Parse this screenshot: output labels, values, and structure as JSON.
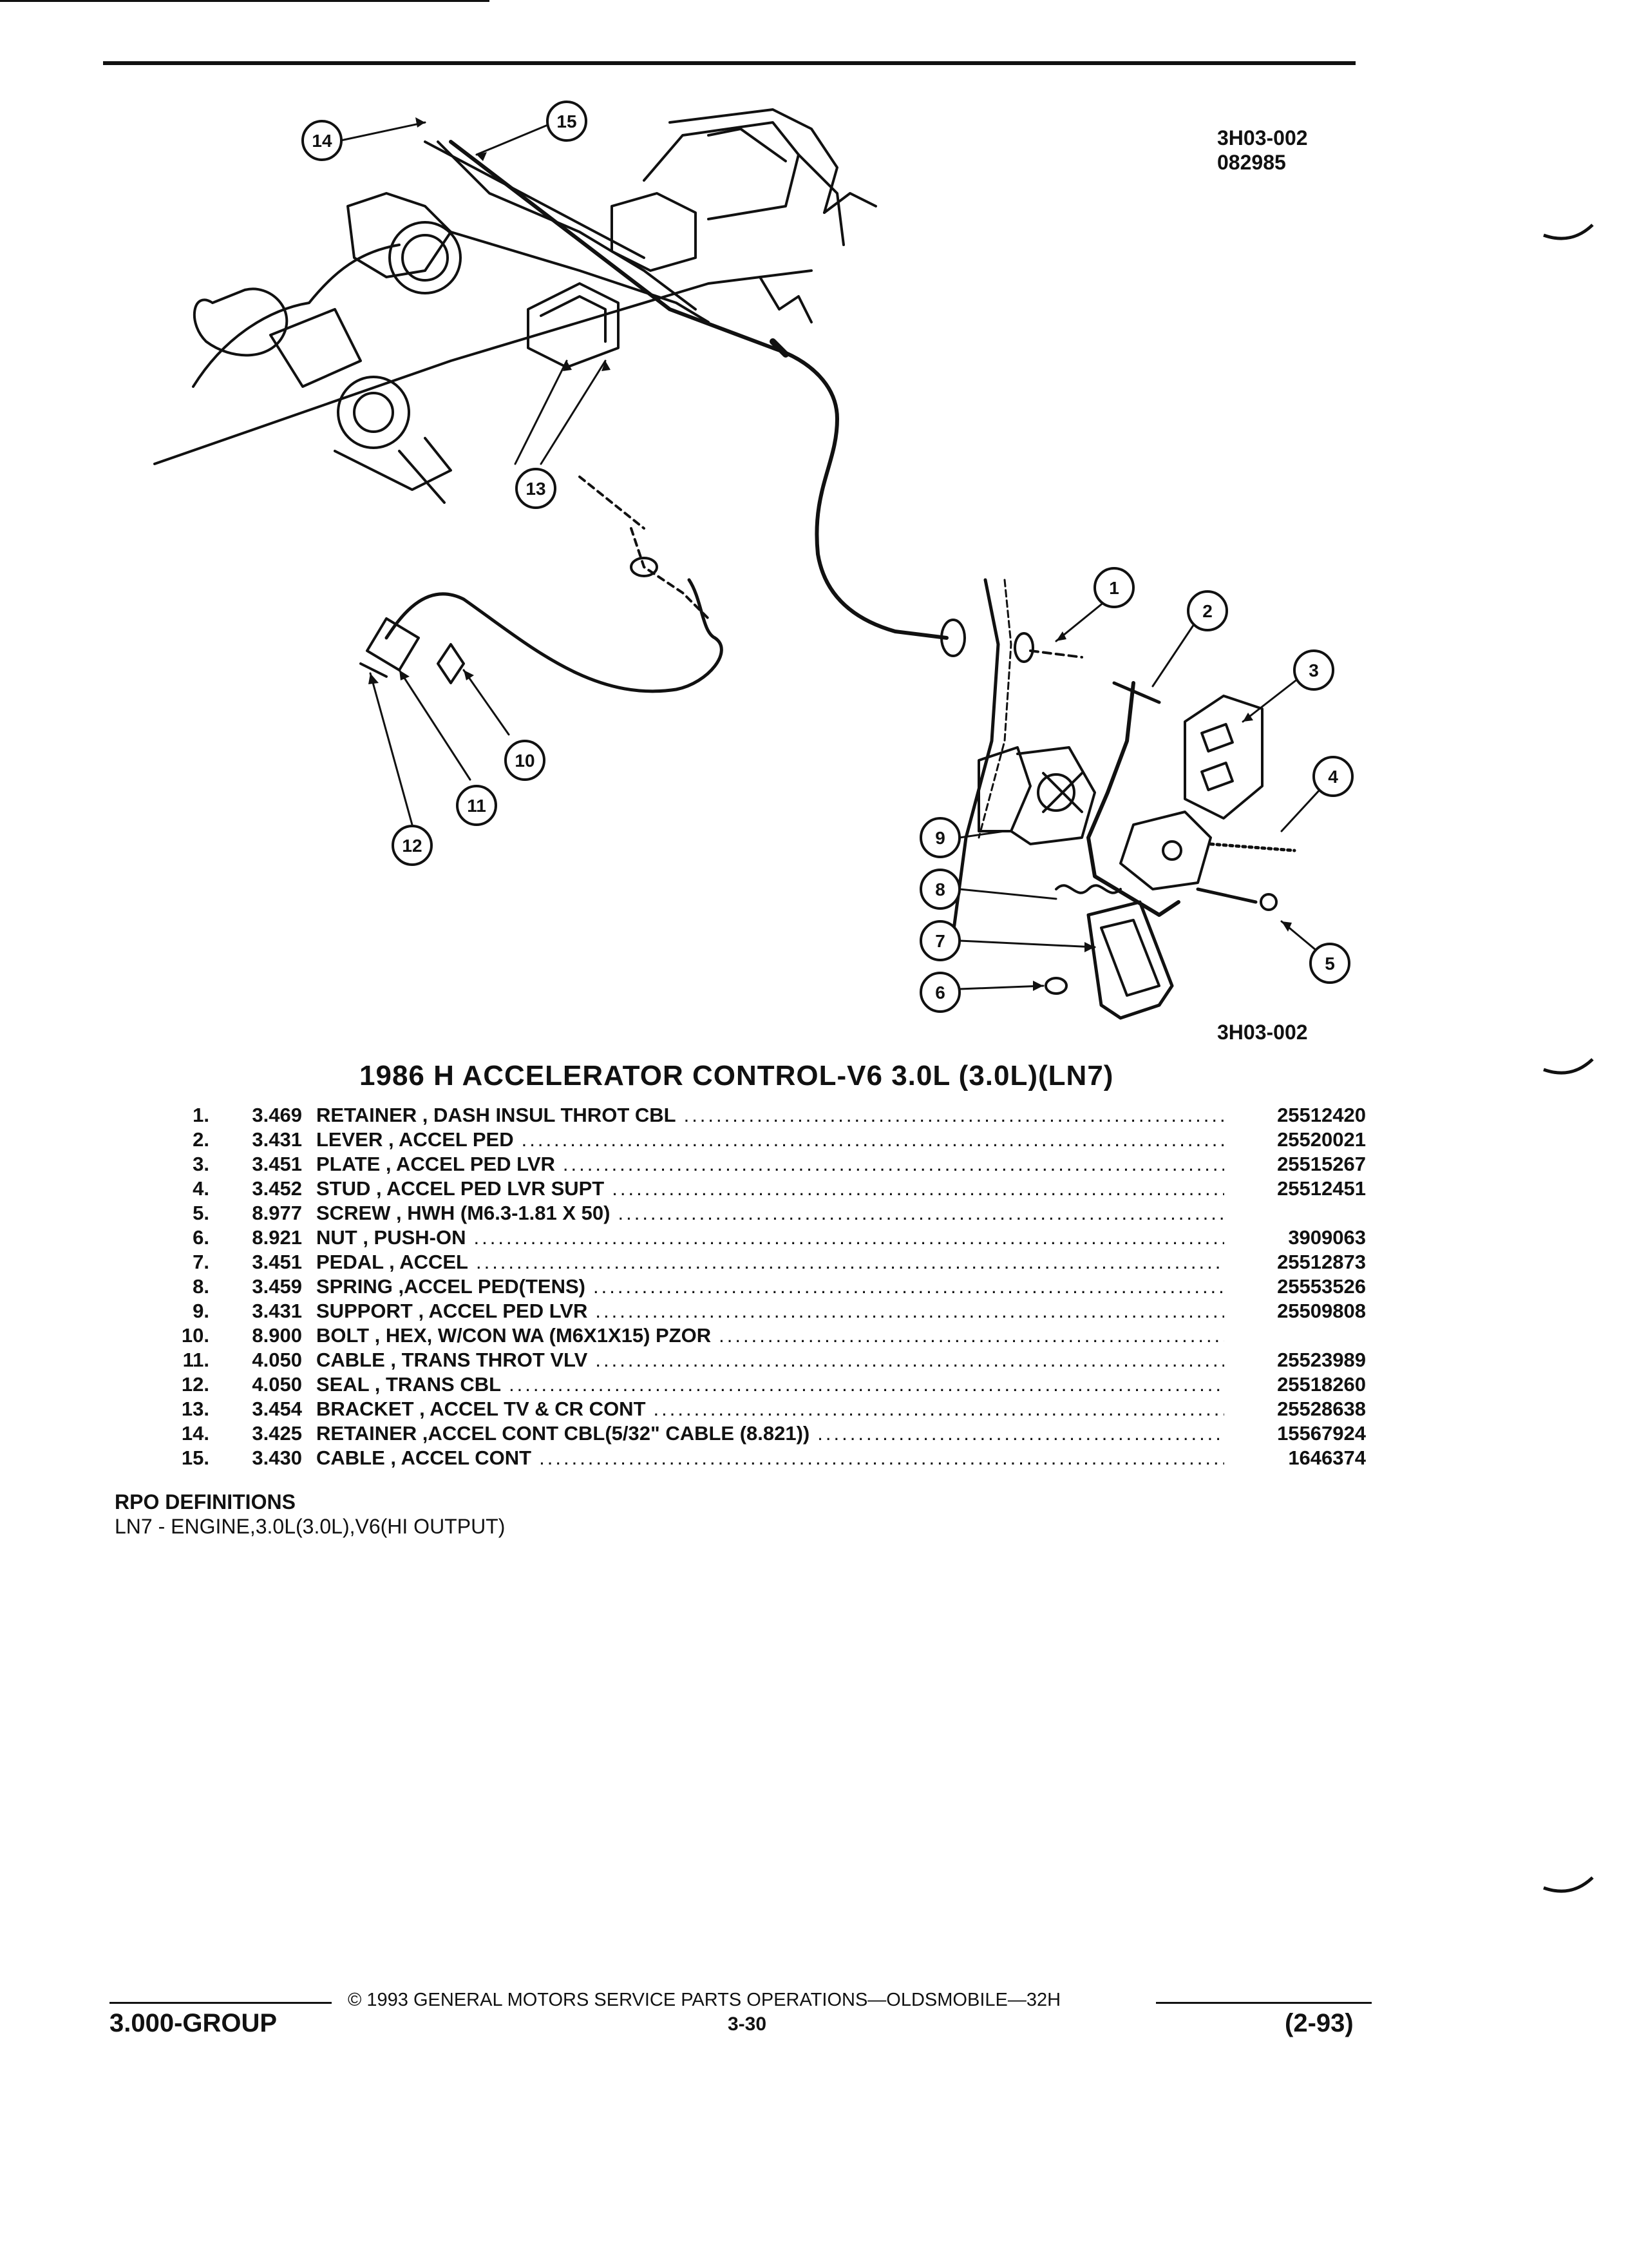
{
  "figure": {
    "code_top": "3H03-002",
    "date_code": "082985",
    "code_bottom": "3H03-002",
    "callouts": [
      "1",
      "2",
      "3",
      "4",
      "5",
      "6",
      "7",
      "8",
      "9",
      "10",
      "11",
      "12",
      "13",
      "14",
      "15"
    ]
  },
  "title": "1986 H ACCELERATOR CONTROL-V6 3.0L (3.0L)(LN7)",
  "parts": [
    {
      "num": "1.",
      "code": "3.469",
      "name": "RETAINER , DASH INSUL THROT CBL",
      "part_number": "25512420"
    },
    {
      "num": "2.",
      "code": "3.431",
      "name": "LEVER , ACCEL PED",
      "part_number": "25520021"
    },
    {
      "num": "3.",
      "code": "3.451",
      "name": "PLATE , ACCEL PED LVR",
      "part_number": "25515267"
    },
    {
      "num": "4.",
      "code": "3.452",
      "name": "STUD , ACCEL PED LVR SUPT",
      "part_number": "25512451"
    },
    {
      "num": "5.",
      "code": "8.977",
      "name": "SCREW , HWH (M6.3-1.81 X 50)",
      "part_number": ""
    },
    {
      "num": "6.",
      "code": "8.921",
      "name": "NUT , PUSH-ON",
      "part_number": "3909063"
    },
    {
      "num": "7.",
      "code": "3.451",
      "name": "PEDAL , ACCEL",
      "part_number": "25512873"
    },
    {
      "num": "8.",
      "code": "3.459",
      "name": "SPRING ,ACCEL PED(TENS)",
      "part_number": "25553526"
    },
    {
      "num": "9.",
      "code": "3.431",
      "name": "SUPPORT , ACCEL PED LVR",
      "part_number": "25509808"
    },
    {
      "num": "10.",
      "code": "8.900",
      "name": "BOLT , HEX, W/CON WA (M6X1X15) PZOR",
      "part_number": ""
    },
    {
      "num": "11.",
      "code": "4.050",
      "name": "CABLE , TRANS THROT VLV",
      "part_number": "25523989"
    },
    {
      "num": "12.",
      "code": "4.050",
      "name": "SEAL , TRANS CBL",
      "part_number": "25518260"
    },
    {
      "num": "13.",
      "code": "3.454",
      "name": "BRACKET , ACCEL TV & CR CONT",
      "part_number": "25528638"
    },
    {
      "num": "14.",
      "code": "3.425",
      "name": "RETAINER ,ACCEL CONT CBL(5/32\" CABLE (8.821))",
      "part_number": "15567924"
    },
    {
      "num": "15.",
      "code": "3.430",
      "name": "CABLE , ACCEL CONT",
      "part_number": "1646374"
    }
  ],
  "rpo": {
    "heading": "RPO DEFINITIONS",
    "definition": "LN7 - ENGINE,3.0L(3.0L),V6(HI OUTPUT)"
  },
  "footer": {
    "copyright": "© 1993 GENERAL MOTORS SERVICE PARTS OPERATIONS—OLDSMOBILE—32H",
    "group": "3.000-GROUP",
    "page": "3-30",
    "revision": "(2-93)"
  }
}
